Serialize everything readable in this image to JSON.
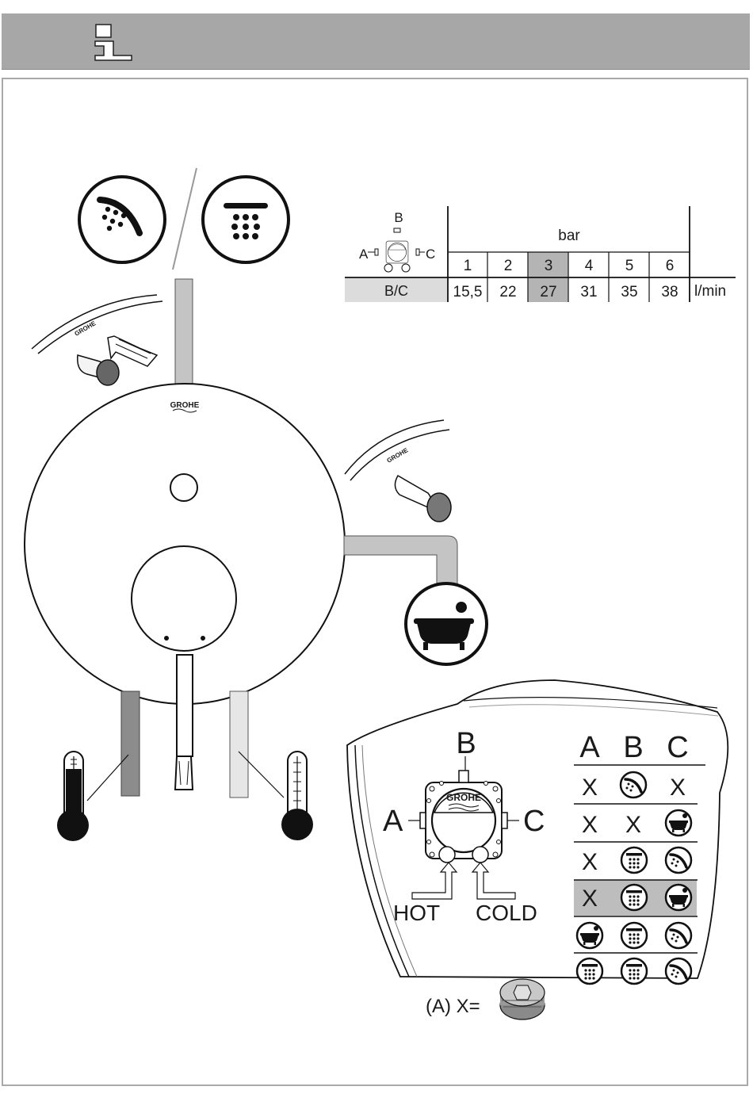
{
  "header": {
    "icon": "info-icon"
  },
  "flow_table": {
    "diagram_labels": {
      "top": "B",
      "left": "A",
      "right": "C"
    },
    "unit_header": "bar",
    "pressures": [
      "1",
      "2",
      "3",
      "4",
      "5",
      "6"
    ],
    "row_label": "B/C",
    "flows": [
      "15,5",
      "22",
      "27",
      "31",
      "35",
      "38"
    ],
    "flow_unit": "l/min",
    "highlight_index": 2
  },
  "brand": "GROHE",
  "icons": {
    "hand_shower": "hand-shower-icon",
    "head_shower": "head-shower-icon",
    "bathtub": "bathtub-icon",
    "hot_thermometer": "thermometer-hot-icon",
    "cold_thermometer": "thermometer-cold-icon",
    "plug": "plug-icon"
  },
  "detail": {
    "label_b": "B",
    "label_a": "A",
    "label_c": "C",
    "hot": "HOT",
    "cold": "COLD",
    "headers": [
      "A",
      "B",
      "C"
    ],
    "rows": [
      [
        "X",
        "hand",
        "X"
      ],
      [
        "X",
        "X",
        "tub"
      ],
      [
        "X",
        "head",
        "hand"
      ],
      [
        "X",
        "head",
        "tub"
      ],
      [
        "tub",
        "head",
        "hand"
      ],
      [
        "head",
        "head",
        "hand"
      ]
    ],
    "highlight_row": 3
  },
  "plug_note": "(A) X="
}
